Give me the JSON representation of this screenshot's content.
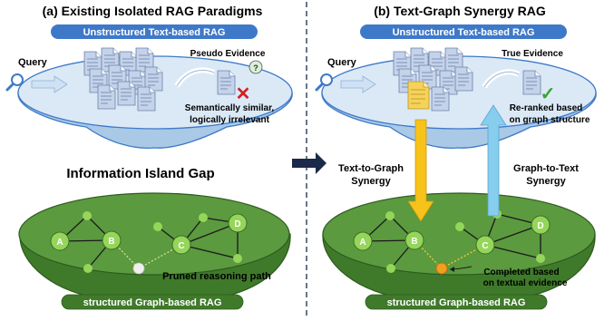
{
  "left": {
    "title": "(a) Existing Isolated RAG Paradigms",
    "top_banner": "Unstructured Text-based RAG",
    "query_label": "Query",
    "evidence_label": "Pseudo Evidence",
    "evidence_note_1": "Semantically similar,",
    "evidence_note_2": "logically irrelevant",
    "gap_label": "Information Island Gap",
    "pruned_label": "Pruned reasoning path",
    "bottom_banner": "structured Graph-based RAG",
    "node_a": "A",
    "node_b": "B",
    "node_c": "C",
    "node_d": "D"
  },
  "right": {
    "title": "(b) Text-Graph Synergy RAG",
    "top_banner": "Unstructured Text-based RAG",
    "query_label": "Query",
    "evidence_label": "True Evidence",
    "rerank_1": "Re-ranked based",
    "rerank_2": "on graph structure",
    "t2g_1": "Text-to-Graph",
    "t2g_2": "Synergy",
    "g2t_1": "Graph-to-Text",
    "g2t_2": "Synergy",
    "completed_1": "Completed based",
    "completed_2": "on textual evidence",
    "bottom_banner": "structured Graph-based RAG",
    "node_a": "A",
    "node_b": "B",
    "node_c": "C",
    "node_d": "D"
  },
  "icons": {
    "question": "?",
    "cross": "✕",
    "check": "✓"
  },
  "colors": {
    "banner_blue": "#3e79c9",
    "cloud_blue": "#dbe9f6",
    "island_green": "#5b9a3f",
    "node_green": "#95d65a",
    "arrow_yellow": "#f7c21a",
    "arrow_cyan": "#86cdee",
    "divider_navy": "#1b2a4a"
  }
}
